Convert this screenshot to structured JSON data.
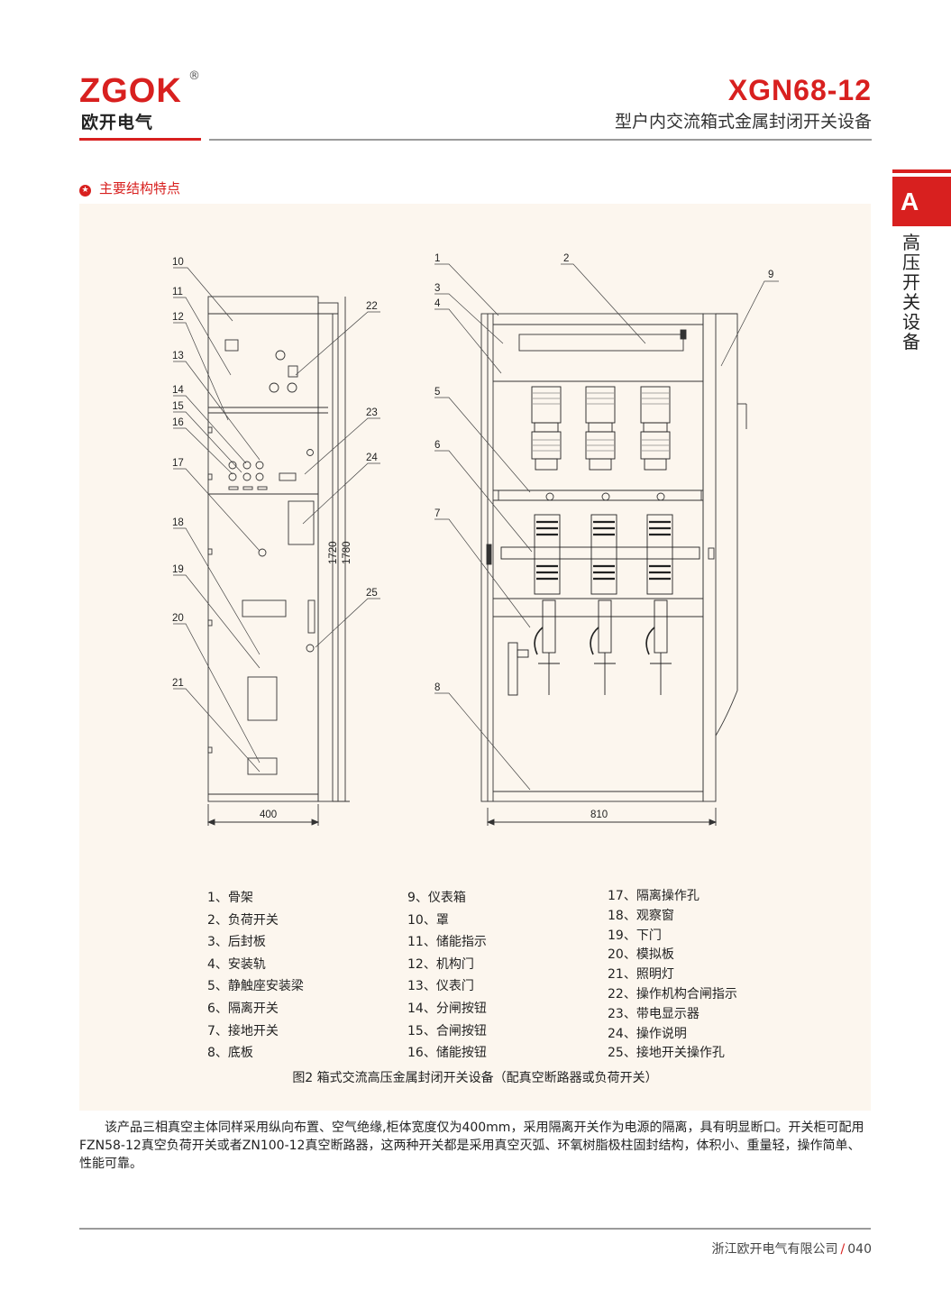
{
  "header": {
    "logo": "ZGOK",
    "logo_mark": "®",
    "logo_sub": "欧开电气",
    "model": "XGN68-12",
    "subtitle": "型户内交流箱式金属封闭开关设备"
  },
  "side_tab": {
    "letter": "A",
    "label": "高压开关设备"
  },
  "section_title": "主要结构特点",
  "figure": {
    "left_callouts": [
      "10",
      "11",
      "12",
      "13",
      "14",
      "15",
      "16",
      "17",
      "18",
      "19",
      "20",
      "21",
      "22",
      "23",
      "24",
      "25"
    ],
    "right_callouts": [
      "1",
      "2",
      "3",
      "4",
      "5",
      "6",
      "7",
      "8",
      "9"
    ],
    "dims": {
      "width_left": "400",
      "width_right": "810",
      "height_1": "1720",
      "height_2": "1780"
    }
  },
  "legend": {
    "col1": [
      "1、骨架",
      "2、负荷开关",
      "3、后封板",
      "4、安装轨",
      "5、静触座安装梁",
      "6、隔离开关",
      "7、接地开关",
      "8、底板"
    ],
    "col2": [
      "9、仪表箱",
      "10、罩",
      "11、储能指示",
      "12、机构门",
      "13、仪表门",
      "14、分闸按钮",
      "15、合闸按钮",
      "16、储能按钮"
    ],
    "col3": [
      "17、隔离操作孔",
      "18、观察窗",
      "19、下门",
      "20、模拟板",
      "21、照明灯",
      "22、操作机构合闸指示",
      "23、带电显示器",
      "24、操作说明",
      "25、接地开关操作孔"
    ]
  },
  "caption": "图2 箱式交流高压金属封闭开关设备（配真空断路器或负荷开关）",
  "description": "该产品三相真空主体同样采用纵向布置、空气绝缘,柜体宽度仅为400mm，采用隔离开关作为电源的隔离，具有明显断口。开关柜可配用FZN58-12真空负荷开关或者ZN100-12真空断路器，这两种开关都是采用真空灭弧、环氧树脂极柱固封结构，体积小、重量轻，操作简单、性能可靠。",
  "footer": {
    "company": "浙江欧开电气有限公司",
    "separator": "/",
    "page": "040"
  },
  "colors": {
    "brand_red": "#d8201f",
    "panel_bg": "#fcf6ee"
  }
}
